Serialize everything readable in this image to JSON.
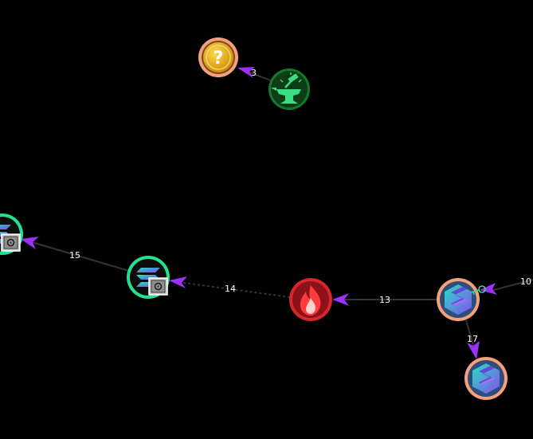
{
  "colors": {
    "background": "#000000",
    "edge": "#333333",
    "arrow": "#9b30ff",
    "badge_bg": "#c8c8c8",
    "badge_border": "#ffffff",
    "ring_orange": "#f4a07a",
    "ring_green": "#27e08f",
    "ring_red": "#d6262e",
    "ring_darkgreen": "#0f7a2a"
  },
  "nodes": [
    {
      "id": "mystery",
      "icon": "question-coin-icon",
      "ring": "#f4a07a",
      "fill": "#e0a818"
    },
    {
      "id": "anvil",
      "icon": "anvil-hammer-icon",
      "ring": "#0f7a2a",
      "fill": "#0d3d16"
    },
    {
      "id": "sol-left",
      "icon": "solana-icon",
      "ring": "#27e08f",
      "fill": "#0d0d0d",
      "badge": "safe-icon"
    },
    {
      "id": "sol-mid",
      "icon": "solana-icon",
      "ring": "#27e08f",
      "fill": "#0d0d0d",
      "badge": "safe-icon"
    },
    {
      "id": "fire",
      "icon": "flame-icon",
      "ring": "#d6262e",
      "fill": "#8a1218"
    },
    {
      "id": "hex-a",
      "icon": "hexagon-token-icon",
      "ring": "#f4a07a",
      "fill": "#3a86b8",
      "badge": "key-icon"
    },
    {
      "id": "hex-b",
      "icon": "hexagon-token-icon",
      "ring": "#f4a07a",
      "fill": "#3a86b8"
    }
  ],
  "edges": [
    {
      "from": "anvil",
      "to": "mystery",
      "label": "3",
      "style": "solid"
    },
    {
      "from": "sol-mid",
      "to": "sol-left",
      "label": "15",
      "style": "solid"
    },
    {
      "from": "fire",
      "to": "sol-mid",
      "label": "14",
      "style": "dotted"
    },
    {
      "from": "hex-a",
      "to": "fire",
      "label": "13",
      "style": "solid"
    },
    {
      "from": "offscreen-right",
      "to": "hex-a",
      "label": "10",
      "style": "solid"
    },
    {
      "from": "hex-a",
      "to": "hex-b",
      "label": "17",
      "style": "solid"
    }
  ]
}
